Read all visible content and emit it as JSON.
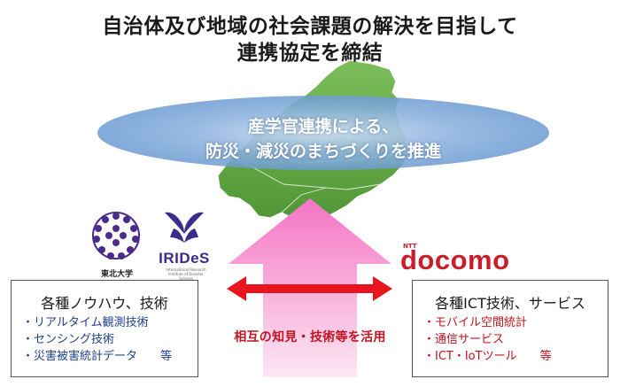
{
  "title": {
    "line1": "自治体及び地域の社会課題の解決を目指して",
    "line2": "連携協定を締結"
  },
  "center": {
    "line1": "産学官連携による、",
    "line2": "防災・減災のまちづくりを推進"
  },
  "logos": {
    "tohoku": "東北大学",
    "irides": "IRIDeS",
    "irides_sub": "International Research Institute of Disaster Science",
    "ntt": "NTT",
    "docomo": "docomo"
  },
  "left_box": {
    "title": "各種ノウハウ、技術",
    "items": [
      "・リアルタイム観測技術",
      "・センシング技術",
      "・災害被害統計データ　　等"
    ]
  },
  "right_box": {
    "title": "各種ICT技術、サービス",
    "items": [
      "・モバイル空間統計",
      "・通信サービス",
      "・ICT・IoTツール　　等"
    ]
  },
  "arrow_caption": "相互の知見・技術等を活用",
  "colors": {
    "map_green": "#5da542",
    "ellipse_blue": "#7fa8d8",
    "pink_arrow": "#f7a6d4",
    "red_arrow": "#e8141e",
    "docomo_red": "#cc1c2c",
    "irides_purple": "#3d2b8c",
    "tohoku_purple": "#4b2a8c"
  }
}
